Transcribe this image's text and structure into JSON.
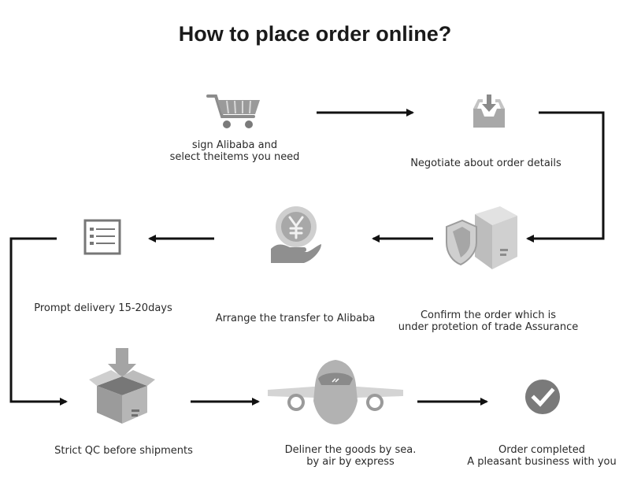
{
  "title": "How to place order online?",
  "steps": [
    {
      "id": "select",
      "lines": [
        "sign Alibaba and",
        "select theitems you need"
      ],
      "icon": "shopping-cart-icon"
    },
    {
      "id": "negotiate",
      "lines": [
        "Negotiate about order details"
      ],
      "icon": "inbox-download-icon"
    },
    {
      "id": "confirm",
      "lines": [
        "Confirm the order which is",
        "under protetion of trade Assurance"
      ],
      "icon": "shield-box-icon"
    },
    {
      "id": "transfer",
      "lines": [
        "Arrange the transfer to Alibaba"
      ],
      "icon": "yen-coin-hand-icon"
    },
    {
      "id": "delivery",
      "lines": [
        "Prompt delivery 15-20days"
      ],
      "icon": "checklist-icon"
    },
    {
      "id": "qc",
      "lines": [
        "Strict QC before shipments"
      ],
      "icon": "open-box-icon"
    },
    {
      "id": "ship",
      "lines": [
        "Deliner the goods by sea.",
        "by air by express"
      ],
      "icon": "airplane-icon"
    },
    {
      "id": "complete",
      "lines": [
        "Order completed",
        "A pleasant business with you"
      ],
      "icon": "check-circle-icon"
    }
  ],
  "colors": {
    "icon_light": "#c8c8c8",
    "icon_mid": "#9a9a9a",
    "icon_dark": "#6e6e6e",
    "arrow": "#111111"
  }
}
